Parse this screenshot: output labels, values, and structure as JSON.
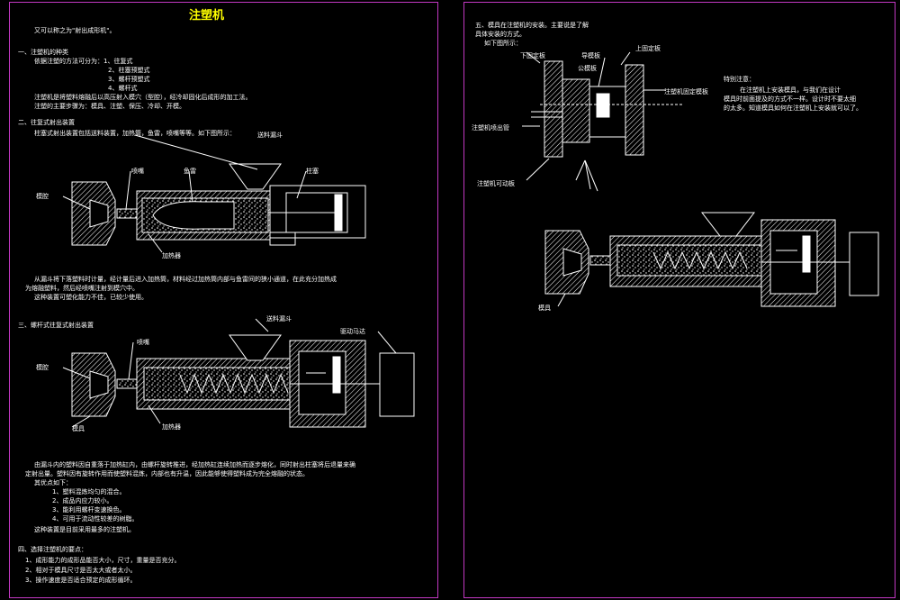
{
  "title": "注塑机",
  "left": {
    "intro": "又可以称之为\"射出成形机\"。",
    "s1_heading": "一、注塑机的种类",
    "s1_line1": "依据注塑的方法可分为：1、往复式",
    "s1_list": [
      "2、柱塞预塑式",
      "3、螺杆预塑式",
      "4、螺杆式"
    ],
    "s1_desc1": "注塑机是将塑料熔融后以高压射入模穴（型腔），经冷却固化后成形的加工法。",
    "s1_desc2": "注塑的主要步骤为：模具、注塑、保压、冷却、开模。",
    "s2_heading": "二、往复式射出装置",
    "s2_desc": "柱塞式射出装置包括送料装置，加热筒，鱼雷，喷嘴等等。如下图所示：",
    "fig1": {
      "hopper": "送料漏斗",
      "nozzle": "喷嘴",
      "torpedo": "鱼雷",
      "plunger": "柱塞",
      "mold": "模腔",
      "heater": "加热器"
    },
    "s2_para1": "从漏斗将下落塑料时计量，经计量后进入加热筒，材料经过加热筒内部与鱼雷间的狭小通道，在此充分加热成",
    "s2_para2": "为熔融塑料，然后经喷嘴注射到模穴中。",
    "s2_para3": "这种装置可塑化能力不佳，已较少使用。",
    "s3_heading": "三、螺杆式往复式射出装置",
    "fig2": {
      "hopper": "送料漏斗",
      "nozzle": "喷嘴",
      "motor": "驱动马达",
      "mold": "模腔",
      "mold2": "模具",
      "heater": "加热器"
    },
    "s3_para1": "由漏斗内的塑料因自重落于加热缸内，由螺杆旋转推进，经加热缸连续加热而逐步熔化，同时射出柱塞将后退量来确",
    "s3_para2": "定射出量。塑料因有旋转作用而使塑料混炼，内部也有升温，因此能够使得塑料成为完全熔融的状态。",
    "s3_adv_heading": "其优点如下：",
    "s3_adv": [
      "1、塑料混炼均匀的混合。",
      "2、成品内应力较小。",
      "3、能利用螺杆变速换色。",
      "4、可用于流动性较差的树脂。"
    ],
    "s3_tail": "这种装置是目前采用最多的注塑机。",
    "s4_heading": "四、选择注塑机的要点：",
    "s4_list": [
      "1、成形能力的成形品能否大小，尺寸，重量是否充分。",
      "2、相对于模具尺寸是否太大或者太小。",
      "3、操作速度是否适合预定的成形循环。"
    ]
  },
  "right": {
    "s5_heading": "五、模具在注塑机的安装。主要说是了解",
    "s5_line2": "具体安装的方式。",
    "s5_line3": "如下图所示：",
    "fig3": {
      "fixed_plate": "下固定板",
      "tie_plate": "导模板",
      "mold_plate": "公模板",
      "upper_plate": "上固定板",
      "fixed_side": "注塑机固定模板",
      "nozzle_side": "注塑机喷出管",
      "moving_plate": "注塑机可动板"
    },
    "note_heading": "特别注意：",
    "note_lines": [
      "在注塑机上安装模具，与我们在设计",
      "模具时前面提及的方式不一样。设计时不要太细",
      "的太多。知道模具如何在注塑机上安装就可以了。"
    ],
    "fig4": {
      "mold": "模具"
    }
  }
}
